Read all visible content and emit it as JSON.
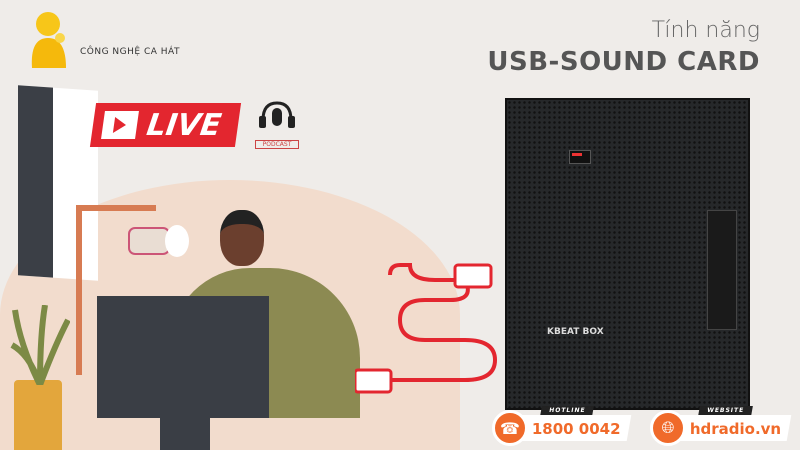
{
  "brand": {
    "name": "CÔNG NGHỆ CA HÁT"
  },
  "feature": {
    "line1": "Tính năng",
    "line2": "USB-SOUND CARD"
  },
  "live_badge": {
    "label": "LIVE"
  },
  "podcast_badge": {
    "label": "PODCAST"
  },
  "speaker": {
    "brand": "KBEAT BOX"
  },
  "contacts": [
    {
      "label": "HOTLINE",
      "value": "1800 0042",
      "icon": "phone-icon"
    },
    {
      "label": "WEBSITE",
      "value": "hdradio.vn",
      "icon": "globe-icon"
    }
  ],
  "colors": {
    "accent": "#f06a2a",
    "live_red": "#e3262f",
    "cable_red": "#e3262f",
    "background": "#efece9"
  }
}
